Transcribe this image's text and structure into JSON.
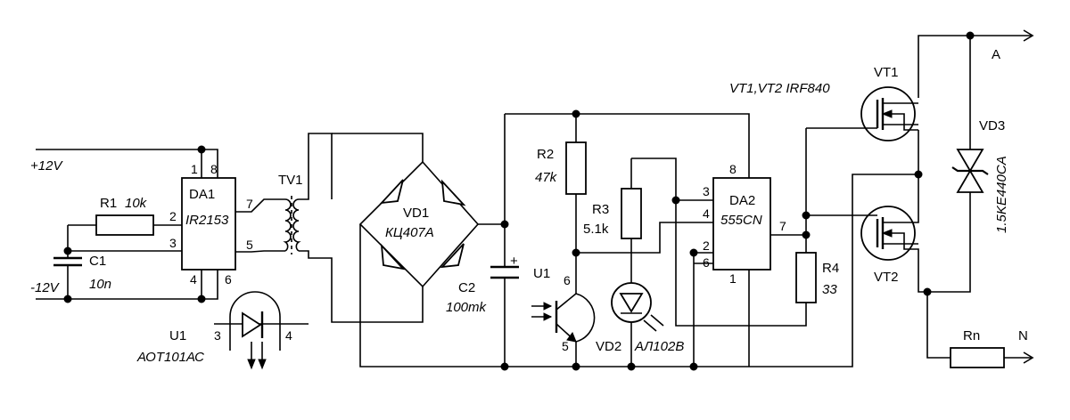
{
  "supply": {
    "plus": "+12V",
    "minus": "-12V"
  },
  "da1": {
    "ref": "DA1",
    "part": "IR2153",
    "pins": [
      "1",
      "8",
      "2",
      "3",
      "7",
      "5",
      "4",
      "6"
    ]
  },
  "r1": {
    "ref": "R1",
    "value": "10k"
  },
  "c1": {
    "ref": "C1",
    "value": "10n"
  },
  "tv1": {
    "ref": "TV1"
  },
  "vd1": {
    "ref": "VD1",
    "part": "КЦ407А"
  },
  "c2": {
    "ref": "C2",
    "value": "100mk",
    "polarity": "+"
  },
  "r2": {
    "ref": "R2",
    "value": "47k"
  },
  "r3": {
    "ref": "R3",
    "value": "5.1k"
  },
  "u1": {
    "ref": "U1",
    "part": "АОТ101АС",
    "pins": [
      "6",
      "5",
      "3",
      "4"
    ]
  },
  "vd2": {
    "ref": "VD2",
    "part": "АЛ102В"
  },
  "da2": {
    "ref": "DA2",
    "part": "555CN",
    "pins": [
      "8",
      "3",
      "4",
      "7",
      "2",
      "6",
      "1"
    ]
  },
  "r4": {
    "ref": "R4",
    "value": "33"
  },
  "mosfets": {
    "vt1": "VT1",
    "vt2": "VT2",
    "note": "VT1,VT2 IRF840"
  },
  "vd3": {
    "ref": "VD3",
    "part": "1.5KE440CA"
  },
  "rn": {
    "ref": "Rn"
  },
  "outputs": {
    "a": "A",
    "n": "N"
  }
}
